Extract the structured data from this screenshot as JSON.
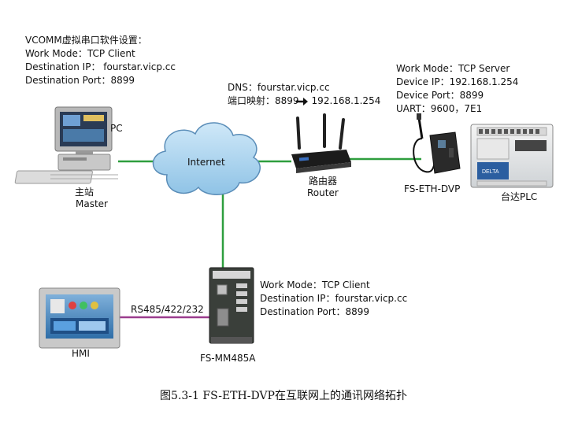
{
  "pc_config": {
    "title": "VCOMM虚拟串口软件设置：",
    "mode": "Work Mode：TCP Client",
    "dest_ip": "Destination IP： fourstar.vicp.cc",
    "dest_port": "Destination Port：8899"
  },
  "router_config": {
    "dns": "DNS：fourstar.vicp.cc",
    "mapping_prefix": "端口映射：8899",
    "mapping_target": "192.168.1.254"
  },
  "server_config": {
    "mode": "Work Mode：TCP Server",
    "device_ip": "Device IP：192.168.1.254",
    "device_port": "Device Port：8899",
    "uart": "UART：9600，7E1"
  },
  "mm485_config": {
    "mode": "Work Mode：TCP Client",
    "dest_ip": "Destination IP：fourstar.vicp.cc",
    "dest_port": "Destination Port：8899"
  },
  "labels": {
    "pc": "PC",
    "master_cn": "主站",
    "master_en": "Master",
    "internet": "Internet",
    "router_cn": "路由器",
    "router_en": "Router",
    "fs_eth_dvp": "FS-ETH-DVP",
    "plc": "台达PLC",
    "hmi": "HMI",
    "rs485": "RS485/422/232",
    "fs_mm485a": "FS-MM485A",
    "delta_logo": "DELTA"
  },
  "caption": "图5.3-1 FS-ETH-DVP在互联网上的通讯网络拓扑",
  "colors": {
    "ethernet_line": "#2e9e3e",
    "serial_line": "#9a3c8e",
    "cloud_fill": "#a8d2ee",
    "cloud_stroke": "#5a8db8"
  }
}
